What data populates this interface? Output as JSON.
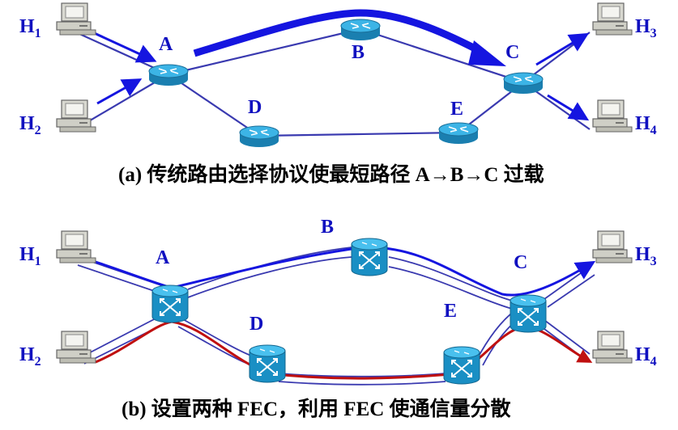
{
  "panel_a": {
    "caption": "(a) 传统路由选择协议使最短路径 A→B→C 过载",
    "routers": [
      "A",
      "B",
      "C",
      "D",
      "E"
    ],
    "hosts": {
      "h1": {
        "main": "H",
        "sub": "1"
      },
      "h2": {
        "main": "H",
        "sub": "2"
      },
      "h3": {
        "main": "H",
        "sub": "3"
      },
      "h4": {
        "main": "H",
        "sub": "4"
      }
    }
  },
  "panel_b": {
    "caption": "(b) 设置两种 FEC，利用 FEC 使通信量分散",
    "routers": [
      "A",
      "B",
      "C",
      "D",
      "E"
    ],
    "hosts": {
      "h1": {
        "main": "H",
        "sub": "1"
      },
      "h2": {
        "main": "H",
        "sub": "2"
      },
      "h3": {
        "main": "H",
        "sub": "3"
      },
      "h4": {
        "main": "H",
        "sub": "4"
      }
    }
  },
  "colors": {
    "link": "#3a3ab0",
    "arrow_blue": "#1515e0",
    "path_red": "#c01010",
    "router_fill": "#2a9fd0",
    "label": "#1010c0"
  },
  "icons": {
    "router": "router-icon",
    "switch_router": "label-switch-router-icon",
    "host": "computer-icon"
  }
}
